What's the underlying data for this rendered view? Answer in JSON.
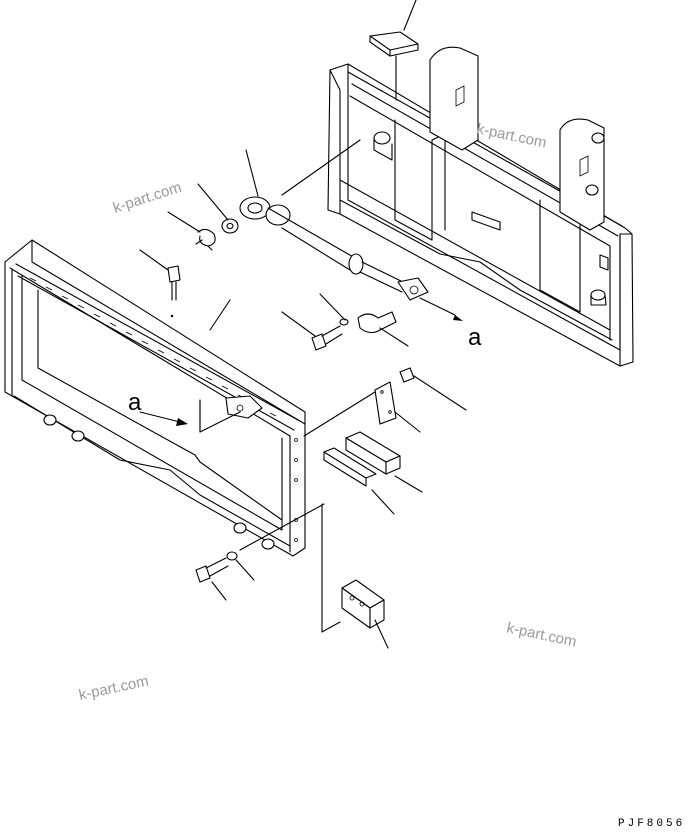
{
  "diagram": {
    "view_labels": [
      "a",
      "a"
    ],
    "watermarks": [
      "k-part.com",
      "k-part.com",
      "k-part.com",
      "k-part.com"
    ],
    "drawing_code": "PJF8056"
  }
}
